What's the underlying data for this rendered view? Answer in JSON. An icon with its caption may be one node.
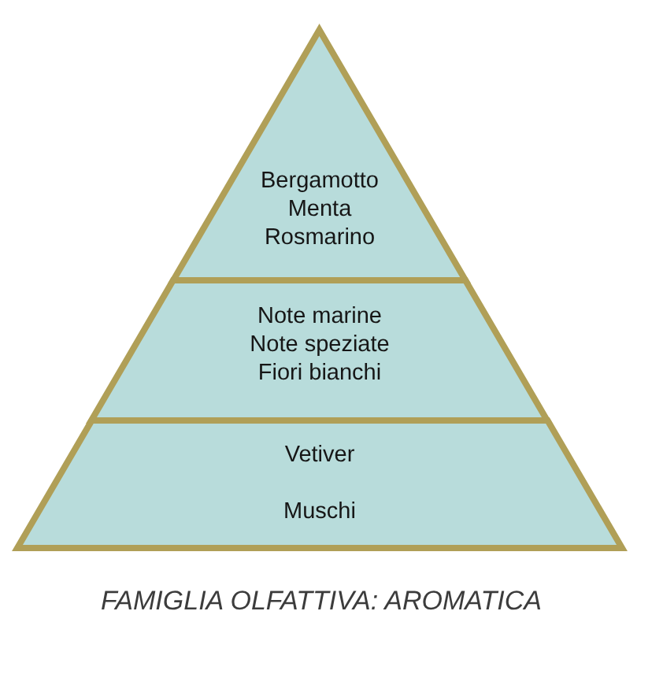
{
  "diagram": {
    "caption": "FAMIGLIA OLFATTIVA: AROMATICA",
    "nodes": [
      {
        "text": [
          "Bergamotto",
          "Menta",
          "Rosmarino"
        ]
      },
      {
        "text": [
          "Note marine",
          "Note speziate",
          "Fiori bianchi"
        ]
      },
      {
        "text": [
          "Vetiver",
          "Muschi"
        ]
      }
    ]
  }
}
